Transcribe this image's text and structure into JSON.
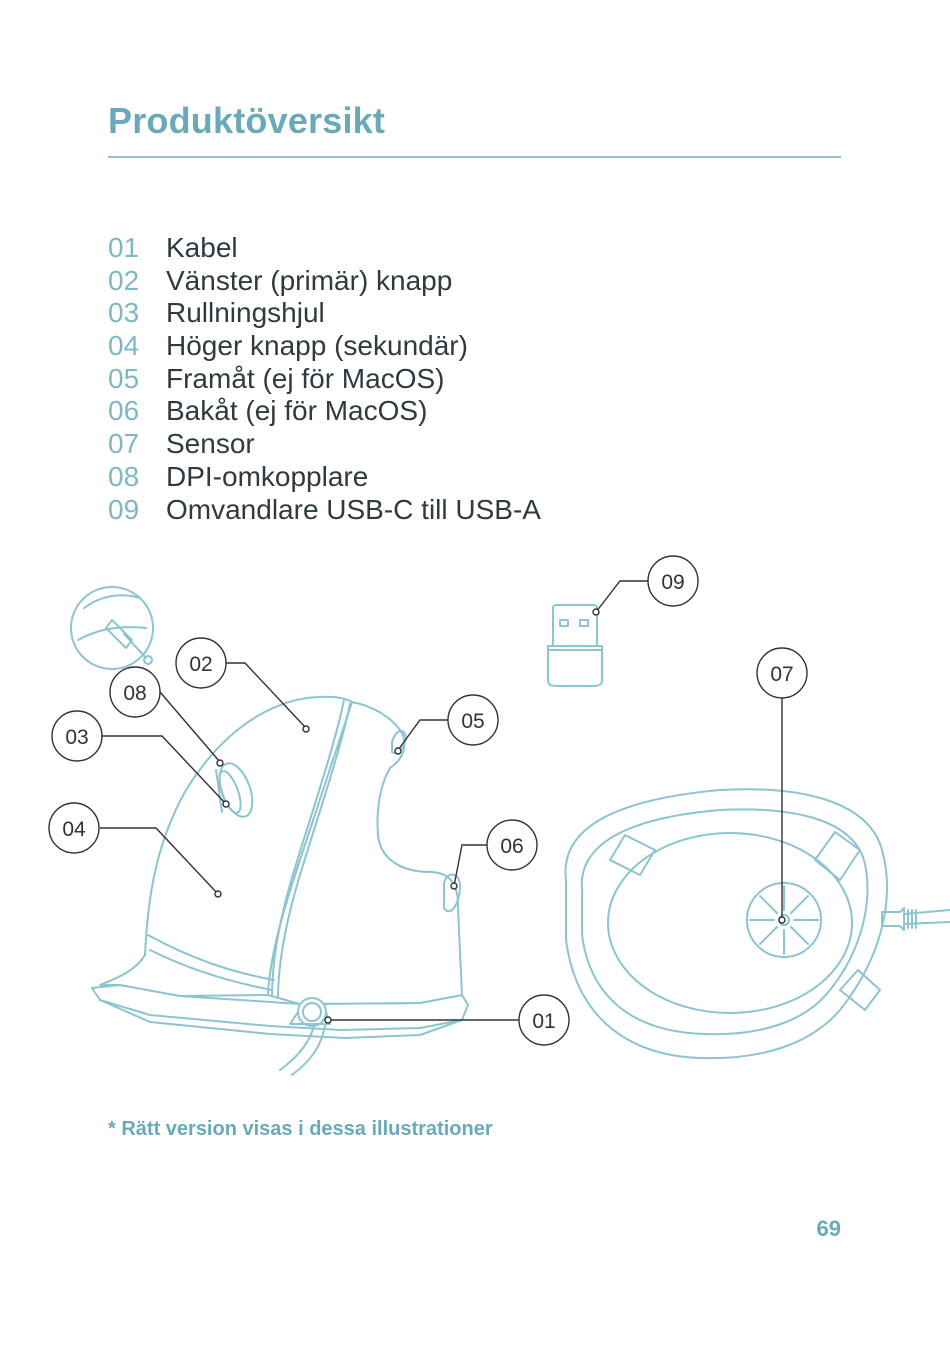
{
  "page": {
    "title": "Produktöversikt",
    "footnote": "* Rätt version visas i dessa illustrationer",
    "page_number": "69"
  },
  "parts": [
    {
      "num": "01",
      "label": "Kabel"
    },
    {
      "num": "02",
      "label": "Vänster (primär) knapp"
    },
    {
      "num": "03",
      "label": "Rullningshjul"
    },
    {
      "num": "04",
      "label": "Höger knapp (sekundär)"
    },
    {
      "num": "05",
      "label": "Framåt (ej för MacOS)"
    },
    {
      "num": "06",
      "label": "Bakåt (ej för MacOS)"
    },
    {
      "num": "07",
      "label": "Sensor"
    },
    {
      "num": "08",
      "label": "DPI-omkopplare"
    },
    {
      "num": "09",
      "label": "Omvandlare USB-C till USB-A"
    }
  ],
  "callouts": {
    "c01": "01",
    "c02": "02",
    "c03": "03",
    "c04": "04",
    "c05": "05",
    "c06": "06",
    "c07": "07",
    "c08": "08",
    "c09": "09"
  },
  "colors": {
    "accent": "#6aaab8",
    "outline": "#8cc4d0",
    "text": "#2f3a41"
  }
}
